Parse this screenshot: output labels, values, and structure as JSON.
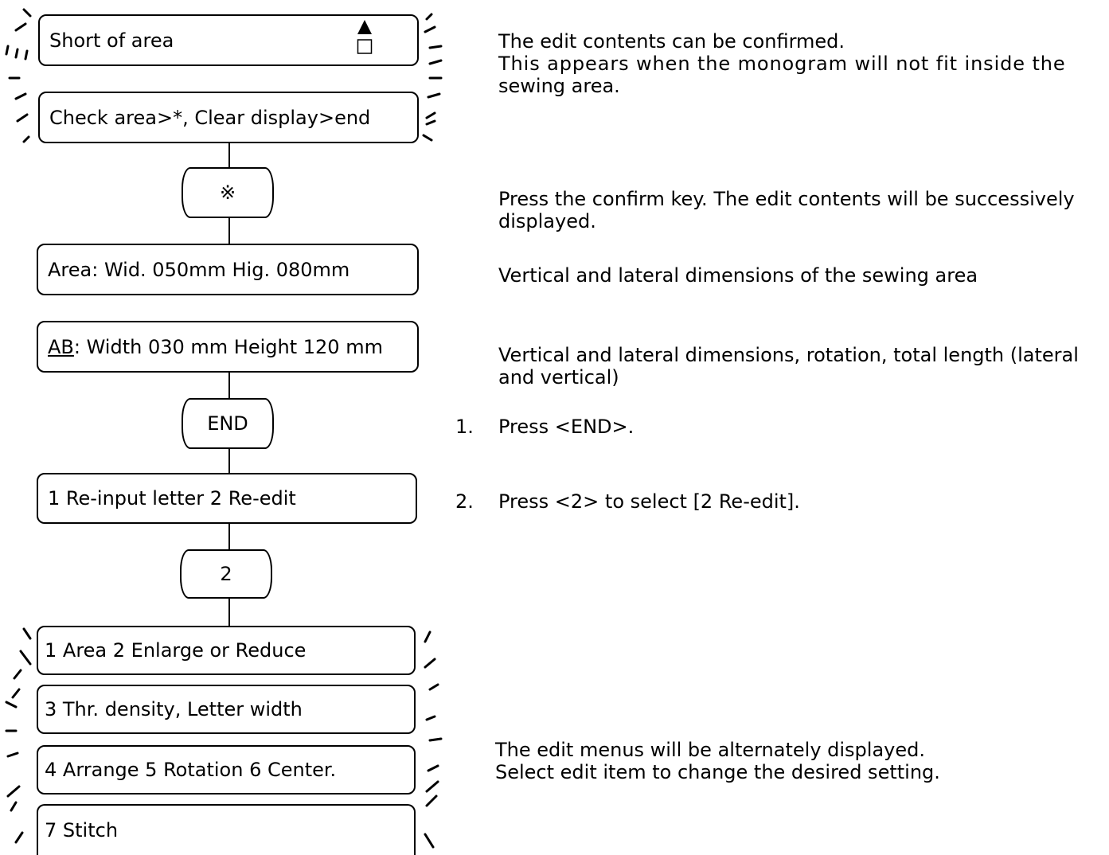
{
  "flow": {
    "panels": [
      {
        "id": "short_area",
        "text": "Short of area"
      },
      {
        "id": "check_area",
        "text": "Check area>*, Clear display>end"
      },
      {
        "id": "area_dims",
        "text": "Area: Wid. 050mm  Hig. 080mm"
      },
      {
        "id": "ab_dims",
        "prefix": "AB",
        "text": ": Width 030 mm  Height 120 mm"
      },
      {
        "id": "reinput_menu",
        "text": "1 Re-input letter  2 Re-edit"
      },
      {
        "id": "menu_1",
        "text": "1 Area  2 Enlarge or Reduce"
      },
      {
        "id": "menu_2",
        "text": "3 Thr. density, Letter width"
      },
      {
        "id": "menu_3",
        "text": "4 Arrange  5 Rotation  6 Center."
      },
      {
        "id": "menu_4",
        "text": "7 Stitch"
      }
    ],
    "keys": [
      {
        "id": "confirm_key",
        "label": "※"
      },
      {
        "id": "end_key",
        "label": "END"
      },
      {
        "id": "two_key",
        "label": "2"
      }
    ],
    "scroll_indicator_icons": [
      "up-triangle-icon",
      "empty-square-icon"
    ]
  },
  "descriptions": [
    {
      "id": "desc_confirm",
      "lines": [
        "The edit contents can be confirmed.",
        "This appears when the monogram will not fit inside the",
        "sewing area."
      ]
    },
    {
      "id": "desc_press_confirm",
      "lines": [
        "Press the confirm key.  The edit contents will be successively",
        "displayed."
      ]
    },
    {
      "id": "desc_area",
      "lines": [
        "Vertical and lateral dimensions of the sewing area"
      ]
    },
    {
      "id": "desc_ab",
      "lines": [
        "Vertical and lateral dimensions, rotation, total length (lateral",
        "and vertical)"
      ]
    },
    {
      "id": "step_1",
      "number": "1.",
      "text": "Press <END>."
    },
    {
      "id": "step_2",
      "number": "2.",
      "text": "Press <2> to select [2 Re-edit]."
    },
    {
      "id": "desc_menus",
      "lines": [
        "The edit menus will be alternately displayed.",
        "Select edit item to change the desired setting."
      ]
    }
  ]
}
